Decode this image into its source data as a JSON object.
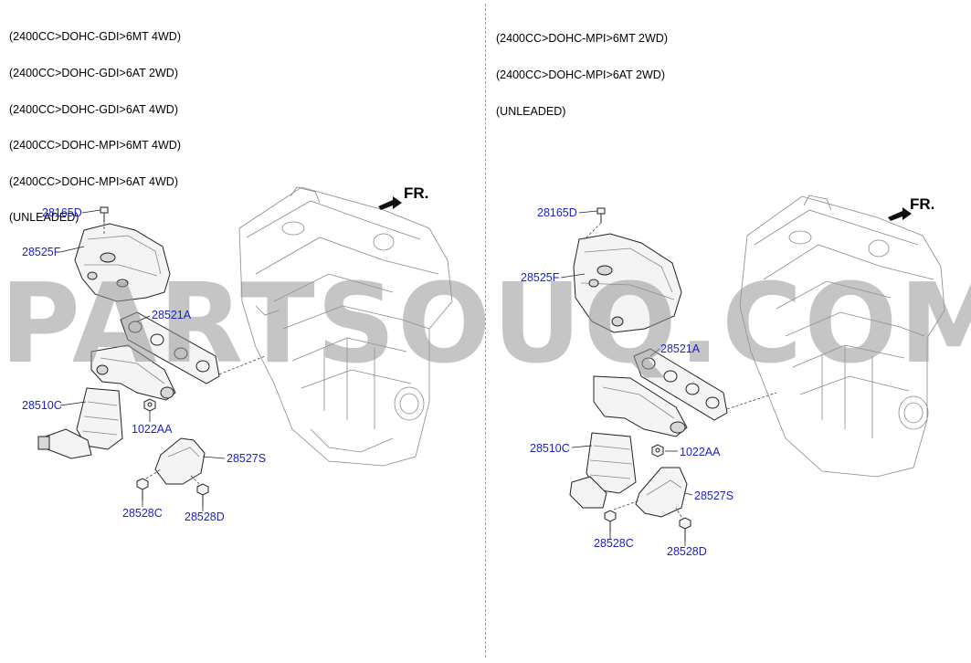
{
  "left": {
    "spec_lines": [
      "(2400CC>DOHC-GDI>6MT 4WD)",
      "(2400CC>DOHC-GDI>6AT 2WD)",
      "(2400CC>DOHC-GDI>6AT 4WD)",
      "(2400CC>DOHC-MPI>6MT 4WD)",
      "(2400CC>DOHC-MPI>6AT 4WD)",
      "(UNLEADED)"
    ],
    "front_label": "FR.",
    "callouts": {
      "c28165D": "28165D",
      "c28525F": "28525F",
      "c28521A": "28521A",
      "c28510C": "28510C",
      "c1022AA": "1022AA",
      "c28527S": "28527S",
      "c28528C": "28528C",
      "c28528D": "28528D"
    }
  },
  "right": {
    "spec_lines": [
      "(2400CC>DOHC-MPI>6MT 2WD)",
      "(2400CC>DOHC-MPI>6AT 2WD)",
      "(UNLEADED)"
    ],
    "front_label": "FR.",
    "callouts": {
      "c28165D": "28165D",
      "c28525F": "28525F",
      "c28521A": "28521A",
      "c28510C": "28510C",
      "c1022AA": "1022AA",
      "c28527S": "28527S",
      "c28528C": "28528C",
      "c28528D": "28528D"
    }
  },
  "watermark": "PARTSOUQ.COM",
  "colors": {
    "callout": "#1a22c8",
    "line": "#222222",
    "watermark": "#969696"
  }
}
